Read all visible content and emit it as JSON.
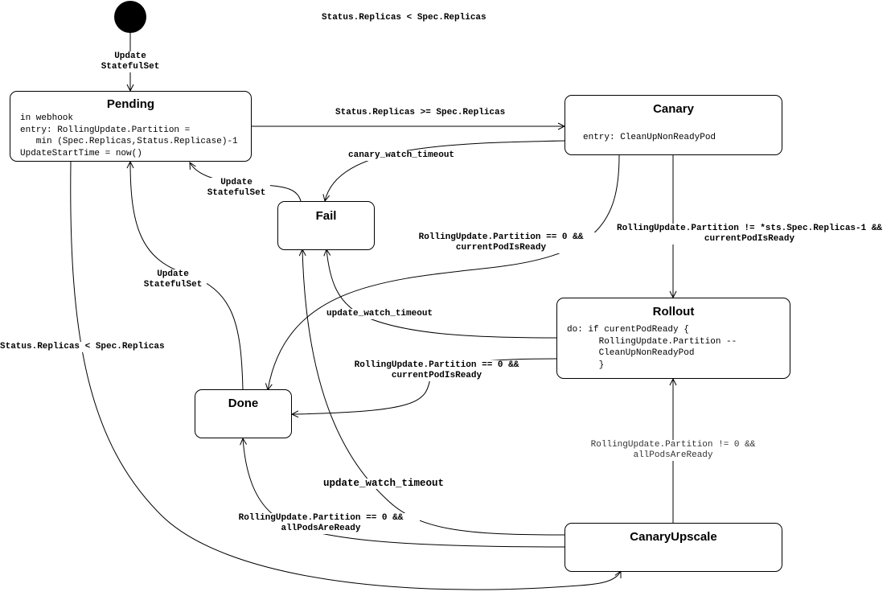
{
  "states": {
    "pending": {
      "title": "Pending",
      "body": "in webhook\nentry: RollingUpdate.Partition =\n   min (Spec.Replicas,Status.Replicase)-1\nUpdateStartTime = now()"
    },
    "canary": {
      "title": "Canary",
      "body": "entry: CleanUpNonReadyPod"
    },
    "fail": {
      "title": "Fail"
    },
    "rollout": {
      "title": "Rollout",
      "body": "do: if curentPodReady {\n      RollingUpdate.Partition --\n      CleanUpNonReadyPod\n      }"
    },
    "done": {
      "title": "Done"
    },
    "canary_upscale": {
      "title": "CanaryUpscale"
    }
  },
  "transitions": {
    "top_note": "Status.Replicas < Spec.Replicas",
    "start_to_pending": "Update\nStatefulSet",
    "pending_to_canary": "Status.Replicas >= Spec.Replicas",
    "canary_to_fail": "canary_watch_timeout",
    "fail_to_pending": "Update\nStatefulSet",
    "done_to_pending": "Update\nStatefulSet",
    "canary_to_done": "RollingUpdate.Partition == 0 &&\ncurrentPodIsReady",
    "canary_to_rollout": "RollingUpdate.Partition != *sts.Spec.Replicas-1 &&\ncurrentPodIsReady",
    "rollout_to_fail": "update_watch_timeout",
    "rollout_to_done": "RollingUpdate.Partition == 0 &&\ncurrentPodIsReady",
    "pending_to_canary_upscale": "Status.Replicas < Spec.Replicas",
    "canary_upscale_to_rollout": "RollingUpdate.Partition != 0 &&\nallPodsAreReady",
    "canary_upscale_to_fail": "update_watch_timeout",
    "canary_upscale_to_done": "RollingUpdate.Partition == 0 &&\nallPodsAreReady"
  }
}
